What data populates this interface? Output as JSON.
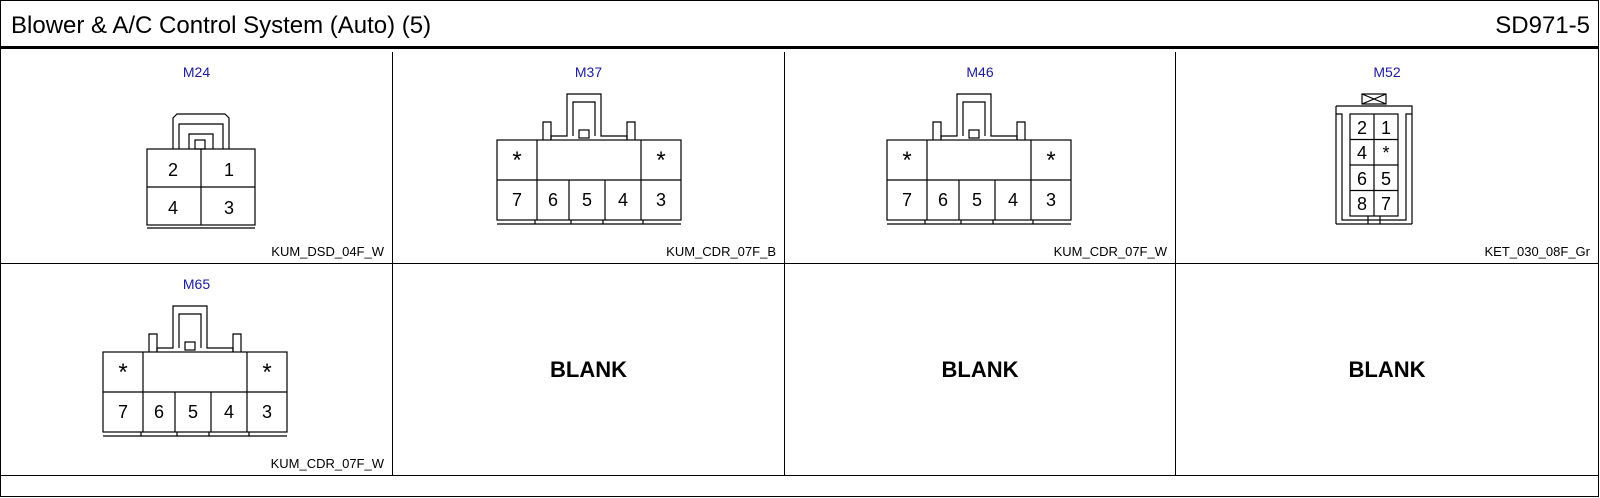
{
  "header": {
    "title": "Blower & A/C Control System (Auto) (5)",
    "code": "SD971-5"
  },
  "connectors": [
    {
      "id": "M24",
      "spec": "KUM_DSD_04F_W",
      "pins": [
        "2",
        "1",
        "4",
        "3"
      ]
    },
    {
      "id": "M37",
      "spec": "KUM_CDR_07F_B",
      "pins": [
        "*",
        "*",
        "7",
        "6",
        "5",
        "4",
        "3"
      ]
    },
    {
      "id": "M46",
      "spec": "KUM_CDR_07F_W",
      "pins": [
        "*",
        "*",
        "7",
        "6",
        "5",
        "4",
        "3"
      ]
    },
    {
      "id": "M52",
      "spec": "KET_030_08F_Gr",
      "pins": [
        "2",
        "1",
        "4",
        "*",
        "6",
        "5",
        "8",
        "7"
      ]
    },
    {
      "id": "M65",
      "spec": "KUM_CDR_07F_W",
      "pins": [
        "*",
        "*",
        "7",
        "6",
        "5",
        "4",
        "3"
      ]
    }
  ],
  "blanks": [
    "BLANK",
    "BLANK",
    "BLANK"
  ]
}
